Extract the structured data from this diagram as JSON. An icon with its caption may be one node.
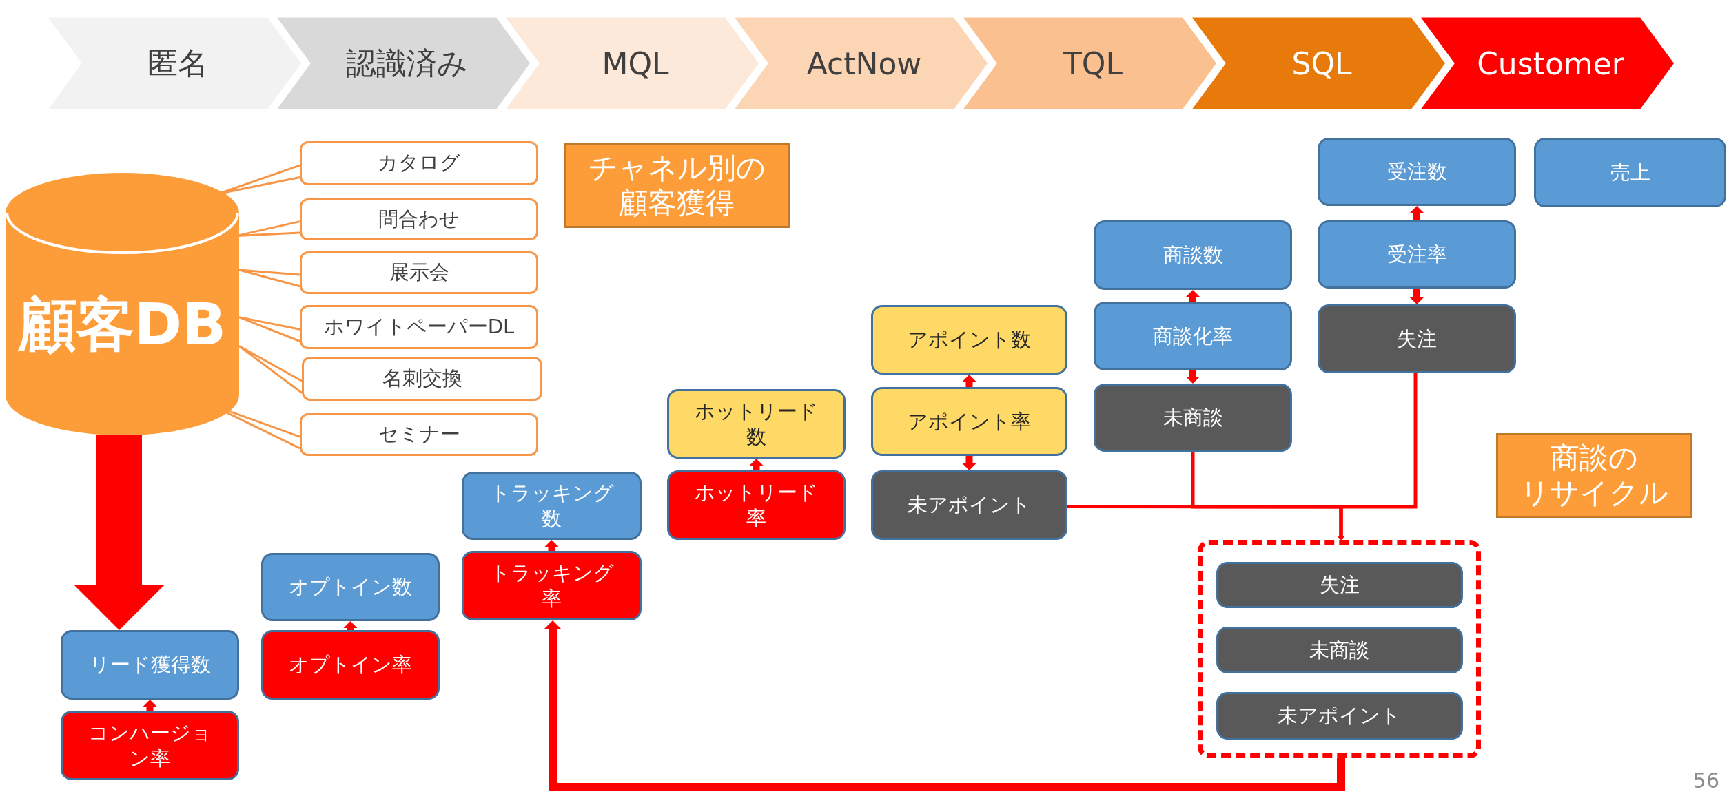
{
  "diagram": {
    "nodes": [
      {
        "text": [
          "匿名"
        ]
      },
      {
        "text": [
          "認識済み"
        ]
      },
      {
        "text": [
          "MQL"
        ]
      },
      {
        "text": [
          "ActNow"
        ]
      },
      {
        "text": [
          "TQL"
        ]
      },
      {
        "text": [
          "SQL"
        ]
      },
      {
        "text": [
          "Customer"
        ]
      },
      {
        "text": [
          "顧客DB"
        ]
      },
      {
        "text": [
          "カタログ"
        ]
      },
      {
        "text": [
          "問合わせ"
        ]
      },
      {
        "text": [
          "展示会"
        ]
      },
      {
        "text": [
          "ホワイトペーパーDL"
        ]
      },
      {
        "text": [
          "名刺交換"
        ]
      },
      {
        "text": [
          "セミナー"
        ]
      },
      {
        "text": [
          "チャネル別の顧客獲得"
        ]
      },
      {
        "text": [
          "リード獲得数"
        ]
      },
      {
        "text": [
          "コンハージョン率"
        ]
      },
      {
        "text": [
          "オプトイン数"
        ]
      },
      {
        "text": [
          "オプトイン率"
        ]
      },
      {
        "text": [
          "トラッキング数"
        ]
      },
      {
        "text": [
          "トラッキング率"
        ]
      },
      {
        "text": [
          "ホットリード数"
        ]
      },
      {
        "text": [
          "ホットリード率"
        ]
      },
      {
        "text": [
          "アポイント数"
        ]
      },
      {
        "text": [
          "アポイント率"
        ]
      },
      {
        "text": [
          "未アポイント"
        ]
      },
      {
        "text": [
          "商談数"
        ]
      },
      {
        "text": [
          "商談化率"
        ]
      },
      {
        "text": [
          "未商談"
        ]
      },
      {
        "text": [
          "受注数"
        ]
      },
      {
        "text": [
          "売上"
        ]
      },
      {
        "text": [
          "受注率"
        ]
      },
      {
        "text": [
          "失注"
        ]
      },
      {
        "text": [
          "商談のリサイクル"
        ]
      },
      {
        "text": [],
        "shape": "box"
      },
      {
        "text": [
          "失注"
        ],
        "in": 34
      },
      {
        "text": [
          "未商談"
        ],
        "in": 34
      },
      {
        "text": [
          "未アポイント"
        ],
        "in": 34
      }
    ],
    "edges": [
      {
        "from": 8,
        "to": 7,
        "arrow": "none",
        "color": "#f79646"
      },
      {
        "from": 9,
        "to": 7,
        "arrow": "none",
        "color": "#f79646"
      },
      {
        "from": 10,
        "to": 7,
        "arrow": "none",
        "color": "#f79646"
      },
      {
        "from": 11,
        "to": 7,
        "arrow": "none",
        "color": "#f79646"
      },
      {
        "from": 12,
        "to": 7,
        "arrow": "none",
        "color": "#f79646"
      },
      {
        "from": 13,
        "to": 7,
        "arrow": "none",
        "color": "#f79646"
      },
      {
        "from": 7,
        "to": 15,
        "arrow": "to",
        "style": "thick"
      },
      {
        "from": 16,
        "to": 15,
        "arrow": "to"
      },
      {
        "from": 18,
        "to": 17,
        "arrow": "to"
      },
      {
        "from": 20,
        "to": 19,
        "arrow": "to"
      },
      {
        "from": 22,
        "to": 21,
        "arrow": "to"
      },
      {
        "from": 24,
        "to": 23,
        "arrow": "to"
      },
      {
        "from": 24,
        "to": 25,
        "arrow": "to"
      },
      {
        "from": 27,
        "to": 26,
        "arrow": "to"
      },
      {
        "from": 27,
        "to": 28,
        "arrow": "to"
      },
      {
        "from": 31,
        "to": 29,
        "arrow": "to"
      },
      {
        "from": 31,
        "to": 32,
        "arrow": "to"
      },
      {
        "from": 25,
        "to": 34,
        "arrow": "to"
      },
      {
        "from": 28,
        "to": 34,
        "arrow": "to"
      },
      {
        "from": 32,
        "to": 34,
        "arrow": "to"
      },
      {
        "from": 34,
        "to": 20,
        "arrow": "to"
      }
    ],
    "labels": [
      "56"
    ]
  }
}
